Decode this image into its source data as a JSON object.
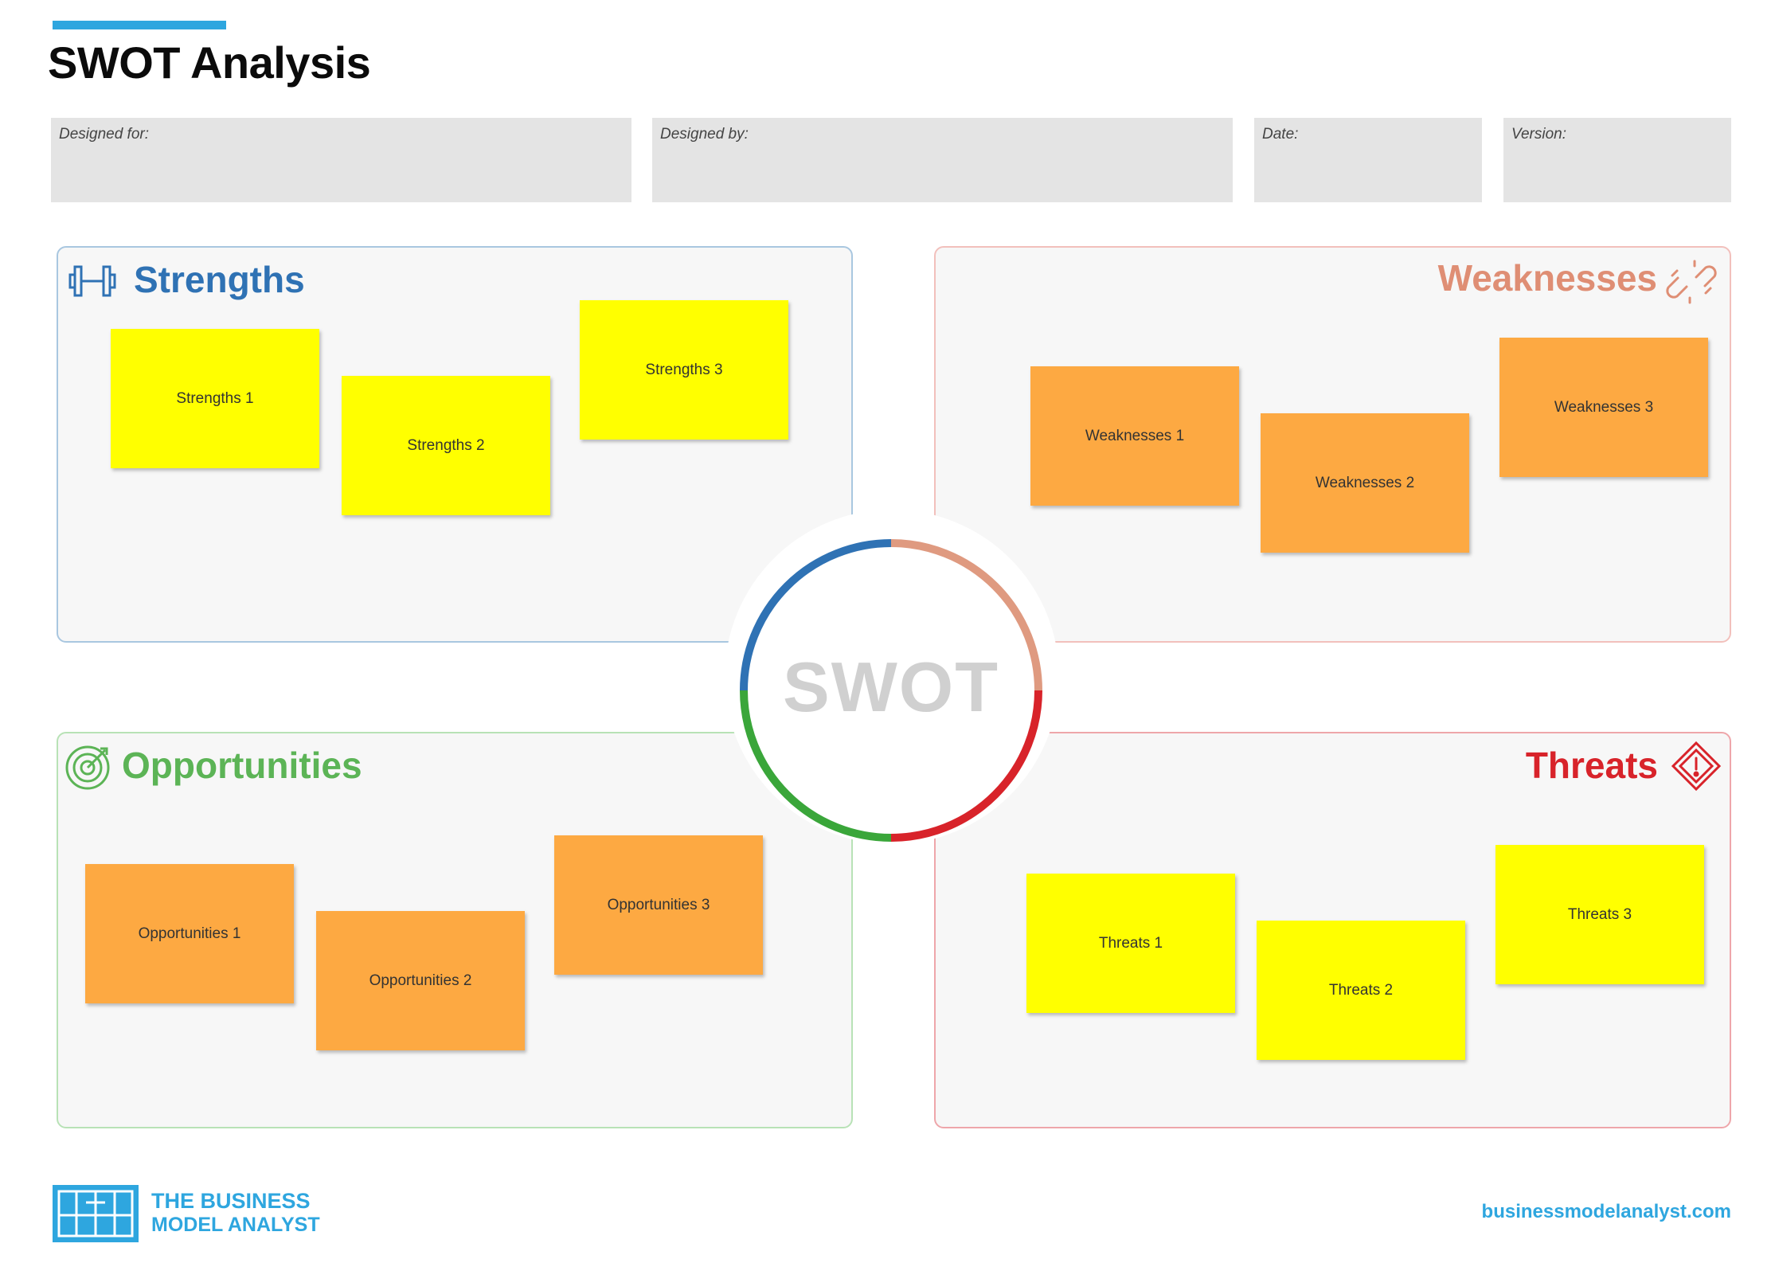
{
  "header": {
    "title": "SWOT Analysis",
    "fields": [
      {
        "label": "Designed for:"
      },
      {
        "label": "Designed by:"
      },
      {
        "label": "Date:"
      },
      {
        "label": "Version:"
      }
    ]
  },
  "quadrants": {
    "strengths": {
      "title": "Strengths",
      "color": "#2f72b4",
      "icon": "dumbbell-icon",
      "notes": [
        "Strengths 1",
        "Strengths 2",
        "Strengths 3"
      ],
      "note_color": "#ffff00"
    },
    "weaknesses": {
      "title": "Weaknesses",
      "color": "#df8e74",
      "icon": "broken-chain-icon",
      "notes": [
        "Weaknesses 1",
        "Weaknesses 2",
        "Weaknesses 3"
      ],
      "note_color": "#fda942"
    },
    "opportunities": {
      "title": "Opportunities",
      "color": "#5cb456",
      "icon": "target-icon",
      "notes": [
        "Opportunities 1",
        "Opportunities 2",
        "Opportunities 3"
      ],
      "note_color": "#fda942"
    },
    "threats": {
      "title": "Threats",
      "color": "#d8232a",
      "icon": "warning-diamond-icon",
      "notes": [
        "Threats 1",
        "Threats 2",
        "Threats 3"
      ],
      "note_color": "#ffff00"
    }
  },
  "center": {
    "label": "SWOT"
  },
  "footer": {
    "brand_line1": "THE BUSINESS",
    "brand_line2": "MODEL ANALYST",
    "url": "businessmodelanalyst.com",
    "brand_color": "#2ea6df"
  }
}
